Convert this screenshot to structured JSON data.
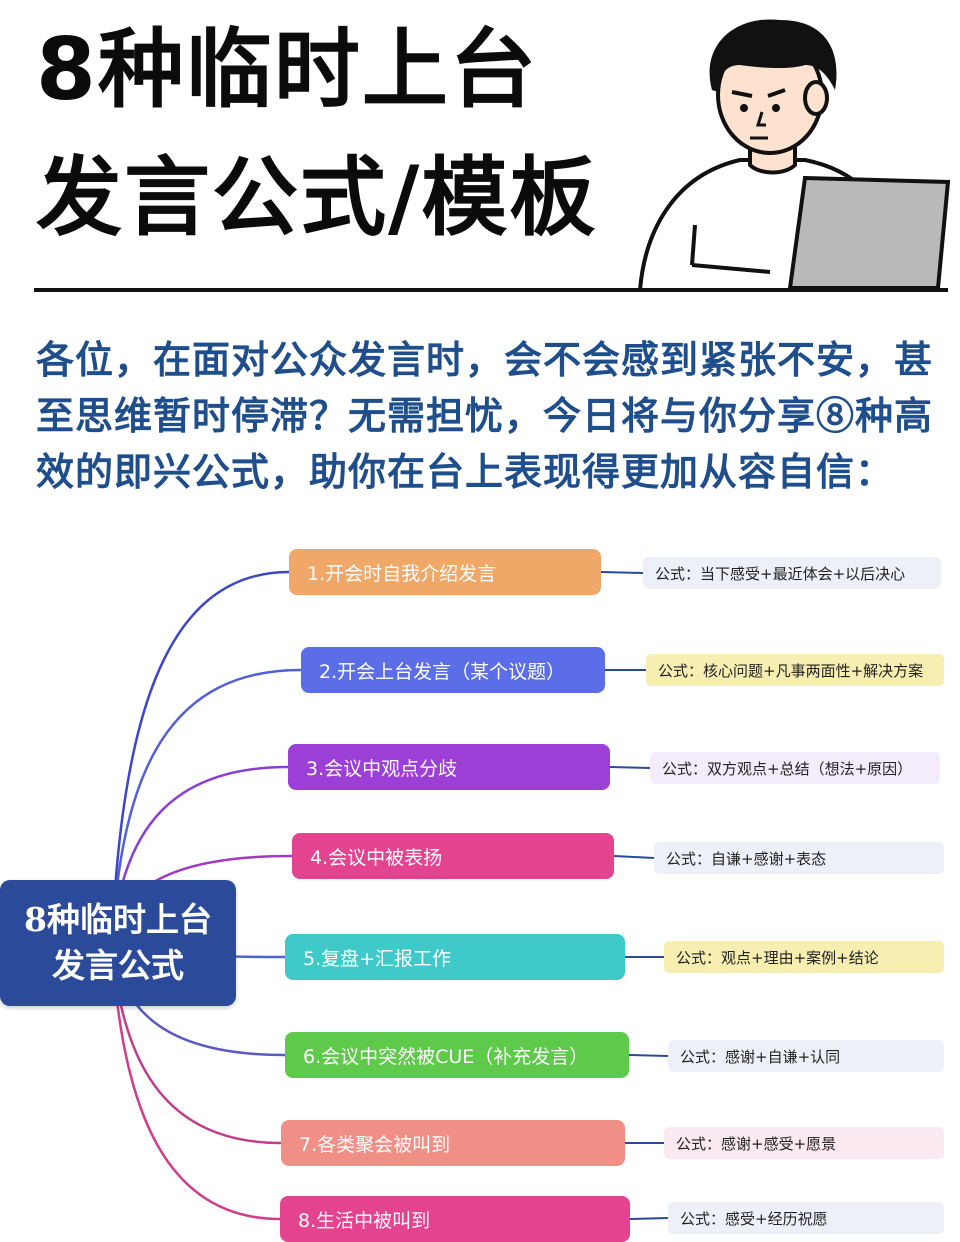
{
  "header": {
    "title_line1": "8种临时上台",
    "title_line2": "发言公式/模板"
  },
  "intro": {
    "line1": "各位，在面对公众发言时，会不会感到紧张不安，甚",
    "line2": "至思维暂时停滞？无需担忧，今日将与你分享⑧种高",
    "line3": "效的即兴公式，助你在台上表现得更加从容自信："
  },
  "mindmap": {
    "center_line1": "8种临时上台",
    "center_line2": "发言公式",
    "branches": [
      {
        "label": "1.开会时自我介绍发言",
        "color": "#f0a868",
        "formula": "公式：当下感受+最近体会+以后决心",
        "formula_bg": "#eef0f8"
      },
      {
        "label": "2.开会上台发言（某个议题）",
        "color": "#5b6ee8",
        "formula": "公式：核心问题+凡事两面性+解决方案",
        "formula_bg": "#f7efb2"
      },
      {
        "label": "3.会议中观点分歧",
        "color": "#9b3fd6",
        "formula": "公式：双方观点+总结（想法+原因）",
        "formula_bg": "#f5ecfb"
      },
      {
        "label": "4.会议中被表扬",
        "color": "#e4438f",
        "formula": "公式：自谦+感谢+表态",
        "formula_bg": "#eef0f8"
      },
      {
        "label": "5.复盘+汇报工作",
        "color": "#40c9c9",
        "formula": "公式：观点+理由+案例+结论",
        "formula_bg": "#f7efb2"
      },
      {
        "label": "6.会议中突然被CUE（补充发言）",
        "color": "#5ec94a",
        "formula": "公式：感谢+自谦+认同",
        "formula_bg": "#eef0f8"
      },
      {
        "label": "7.各类聚会被叫到",
        "color": "#ef8f86",
        "formula": "公式：感谢+感受+愿景",
        "formula_bg": "#fbe9f2"
      },
      {
        "label": "8.生活中被叫到",
        "color": "#e4438f",
        "formula": "公式：感受+经历祝愿",
        "formula_bg": "#eef0f8"
      }
    ]
  }
}
